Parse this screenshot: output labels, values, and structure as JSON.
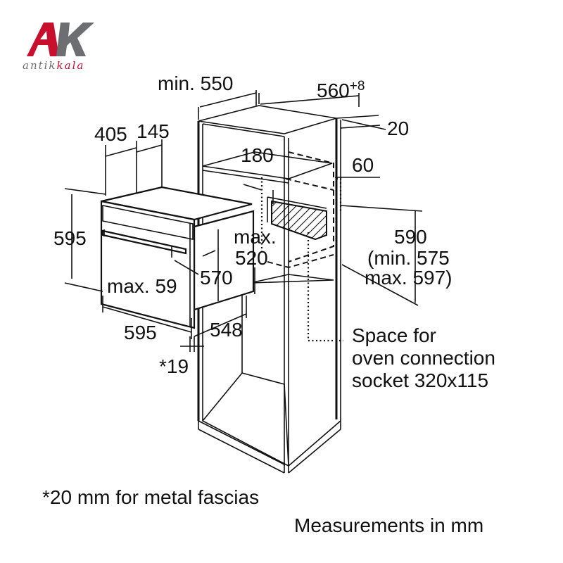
{
  "logo": {
    "mark_a": "A",
    "mark_k": "K",
    "subtitle_a": "antik",
    "subtitle_b": "kala",
    "color_primary": "#c8102e",
    "color_secondary": "#6d6e71"
  },
  "dimensions": {
    "min_depth": "min. 550",
    "niche_width_base": "560",
    "niche_width_sup": "+8",
    "top_gap": "20",
    "d405": "405",
    "d145": "145",
    "d180": "180",
    "d60": "60",
    "oven_height": "595",
    "max_label": "max.",
    "max_520": "520",
    "niche_height": "590",
    "niche_height_min": "(min. 575",
    "niche_height_max": "max. 597)",
    "max_59": "max. 59",
    "d570": "570",
    "oven_width": "595",
    "d548": "548",
    "d19": "*19"
  },
  "annotations": {
    "socket_line1": "Space for",
    "socket_line2": "oven connection",
    "socket_line3": "socket 320x115"
  },
  "footnotes": {
    "metal_fascias": "*20 mm for metal fascias",
    "units": "Measurements in mm"
  }
}
